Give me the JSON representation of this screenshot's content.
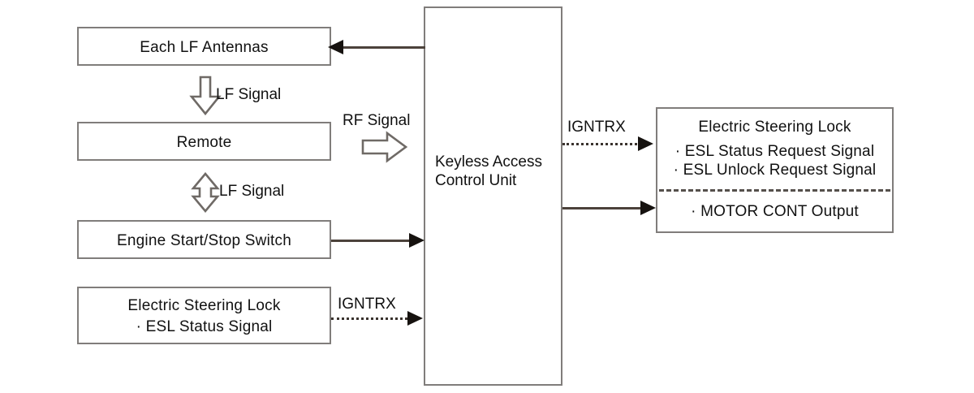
{
  "diagram": {
    "title": "Keyless Access Control Unit block diagram",
    "colors": {
      "box_border": "#807d7b",
      "line": "#4c423b",
      "arrow_head": "#16120f",
      "text": "#111111",
      "background": "#ffffff",
      "hollow_arrow_stroke": "#6f6a66"
    },
    "boxes": {
      "antennas": {
        "label": "Each LF Antennas"
      },
      "remote": {
        "label": "Remote"
      },
      "engine_switch": {
        "label": "Engine Start/Stop Switch"
      },
      "esl_input": {
        "line1": "Electric Steering Lock",
        "line2": "· ESL Status Signal"
      },
      "control_unit": {
        "line1": "Keyless Access",
        "line2": "Control Unit"
      },
      "esl_output": {
        "title": "Electric Steering Lock",
        "items": [
          "· ESL Status Request Signal",
          "· ESL Unlock Request Signal"
        ],
        "motor": "· MOTOR CONT Output"
      }
    },
    "labels": {
      "lf_signal_down": "LF Signal",
      "rf_signal": "RF Signal",
      "lf_signal_bidir": "LF Signal",
      "igntrx_in": "IGNTRX",
      "igntrx_out": "IGNTRX"
    },
    "connectors": {
      "antennas_arrow": "solid-left",
      "engine_arrow": "solid-right",
      "esl_in_arrow": "dotted-right",
      "igntrx_out_arrow": "dotted-right",
      "motor_arrow": "solid-right",
      "lf_down_arrow": "hollow-down",
      "lf_bidir_arrow": "hollow-updown",
      "rf_arrow": "hollow-right",
      "esl_divider": "dashed-horizontal"
    }
  }
}
